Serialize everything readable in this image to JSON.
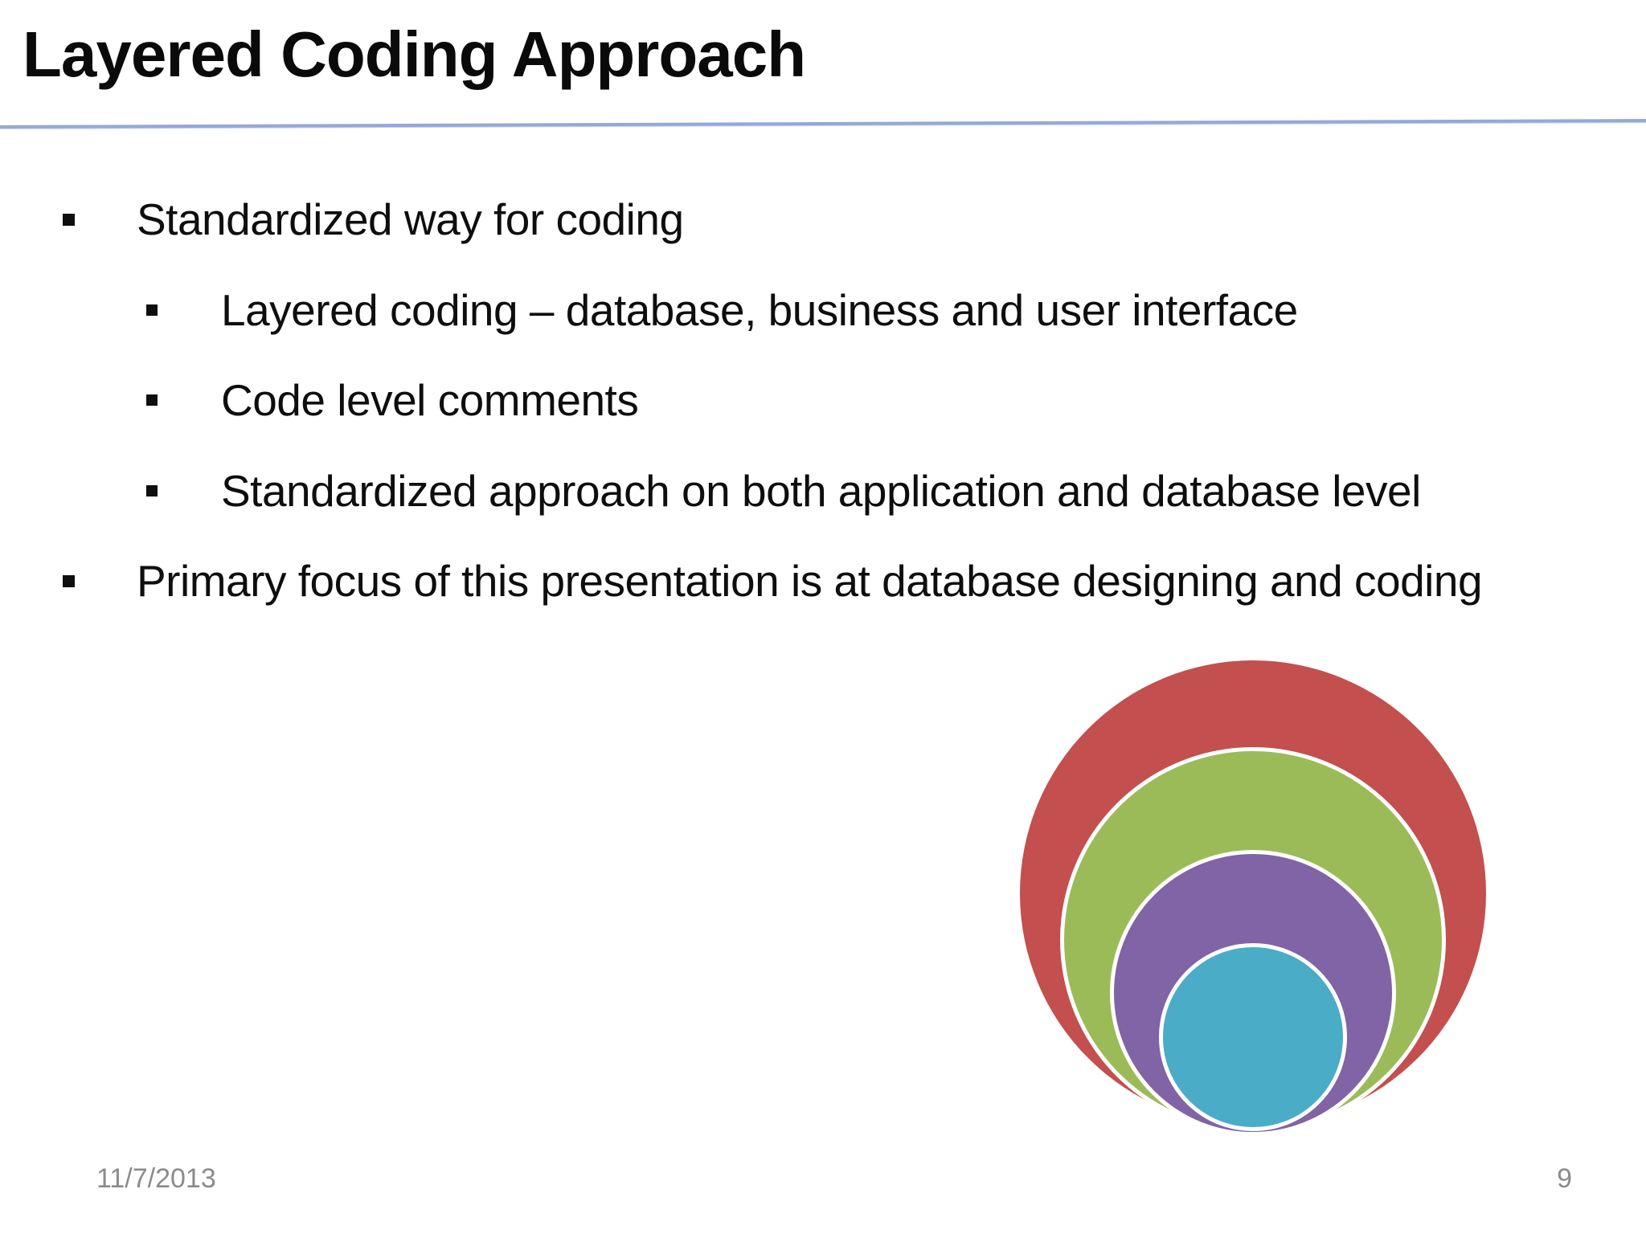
{
  "slide": {
    "title": "Layered Coding Approach",
    "bullets": [
      {
        "level": 1,
        "text": "Standardized way for coding"
      },
      {
        "level": 2,
        "text": "Layered coding – database, business and user interface"
      },
      {
        "level": 2,
        "text": "Code level comments"
      },
      {
        "level": 2,
        "text": "Standardized approach on both application and database level"
      },
      {
        "level": 1,
        "text": "Primary focus of this presentation is at database designing and coding"
      }
    ],
    "diagram": {
      "type": "nested-circles",
      "description": "Four concentric circles tangent at the bottom",
      "rings": [
        {
          "name": "outer-ring",
          "color": "#C34F4E"
        },
        {
          "name": "second-ring",
          "color": "#9BBB58"
        },
        {
          "name": "third-ring",
          "color": "#8064A5"
        },
        {
          "name": "inner-ring",
          "color": "#4AACC6"
        }
      ]
    },
    "footer": {
      "date": "11/7/2013",
      "page": "9"
    },
    "colors": {
      "divider": "#93A9D8",
      "body_text": "#0E0E0E",
      "footer_text": "#8B8B8B",
      "background": "#FFFFFF"
    }
  }
}
